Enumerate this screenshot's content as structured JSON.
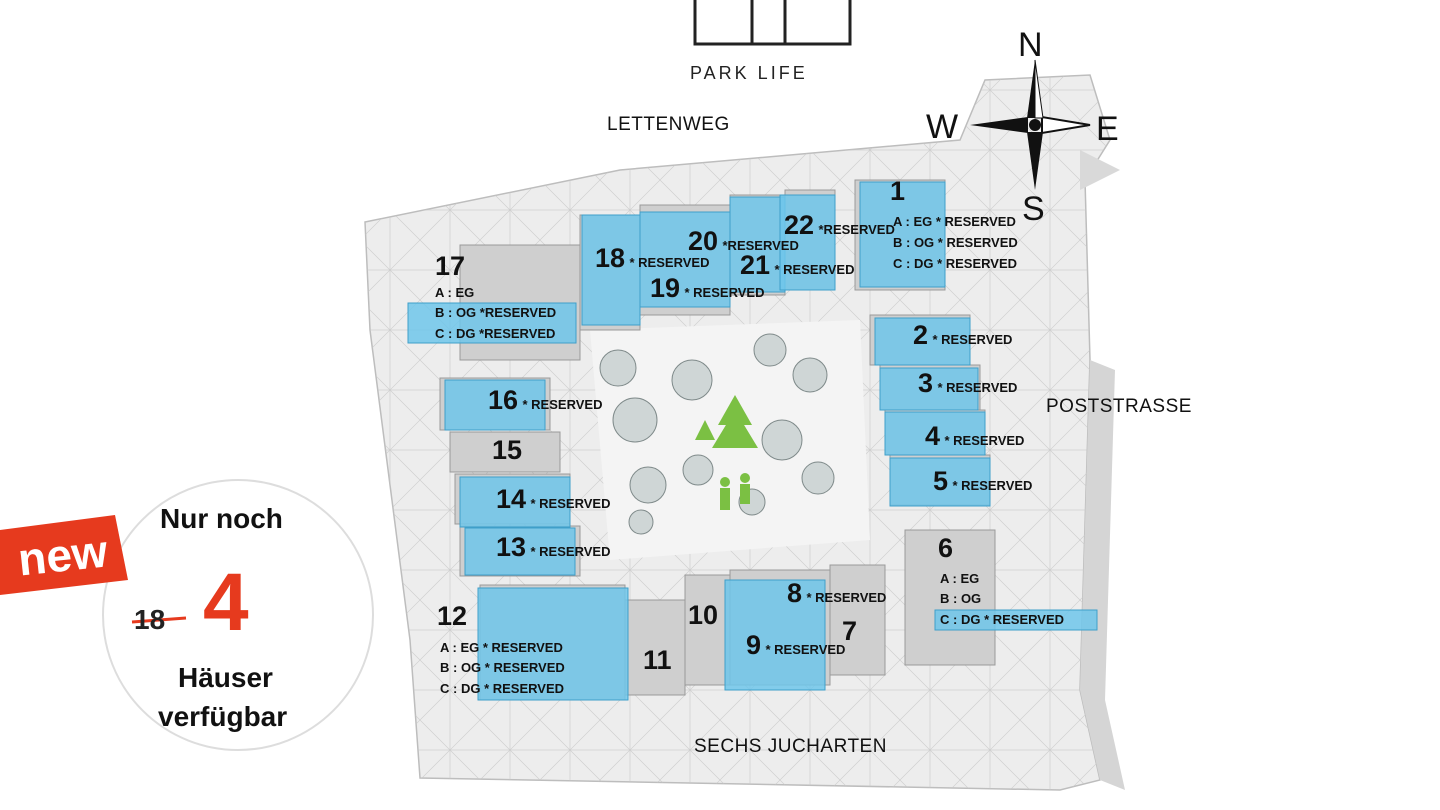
{
  "logo": {
    "text": "PARK LIFE"
  },
  "streets": {
    "north": "LETTENWEG",
    "east": "POSTSTRASSE",
    "south": "SECHS JUCHARTEN"
  },
  "compass": {
    "n": "N",
    "e": "E",
    "s": "S",
    "w": "W"
  },
  "reserved_label": "* RESERVED",
  "houses": [
    {
      "number": "1",
      "status": "units",
      "units": [
        {
          "label": "A : EG",
          "status": "* RESERVED"
        },
        {
          "label": "B : OG",
          "status": "* RESERVED"
        },
        {
          "label": "C : DG",
          "status": "* RESERVED"
        }
      ]
    },
    {
      "number": "2",
      "status": "* RESERVED"
    },
    {
      "number": "3",
      "status": "* RESERVED"
    },
    {
      "number": "4",
      "status": "* RESERVED"
    },
    {
      "number": "5",
      "status": "* RESERVED"
    },
    {
      "number": "6",
      "status": "units",
      "units": [
        {
          "label": "A : EG",
          "status": ""
        },
        {
          "label": "B : OG",
          "status": ""
        },
        {
          "label": "C : DG",
          "status": "* RESERVED"
        }
      ]
    },
    {
      "number": "7",
      "status": ""
    },
    {
      "number": "8",
      "status": "* RESERVED"
    },
    {
      "number": "9",
      "status": "* RESERVED"
    },
    {
      "number": "10",
      "status": ""
    },
    {
      "number": "11",
      "status": ""
    },
    {
      "number": "12",
      "status": "units",
      "units": [
        {
          "label": "A : EG",
          "status": "* RESERVED"
        },
        {
          "label": "B : OG",
          "status": "* RESERVED"
        },
        {
          "label": "C : DG",
          "status": "* RESERVED"
        }
      ]
    },
    {
      "number": "13",
      "status": "* RESERVED"
    },
    {
      "number": "14",
      "status": "* RESERVED"
    },
    {
      "number": "15",
      "status": ""
    },
    {
      "number": "16",
      "status": "* RESERVED"
    },
    {
      "number": "17",
      "status": "units",
      "units": [
        {
          "label": "A : EG",
          "status": ""
        },
        {
          "label": "B : OG",
          "status": "*RESERVED"
        },
        {
          "label": "C : DG",
          "status": "*RESERVED"
        }
      ]
    },
    {
      "number": "18",
      "status": "* RESERVED"
    },
    {
      "number": "19",
      "status": "* RESERVED"
    },
    {
      "number": "20",
      "status": "*RESERVED"
    },
    {
      "number": "21",
      "status": "* RESERVED"
    },
    {
      "number": "22",
      "status": "*RESERVED"
    }
  ],
  "promo": {
    "badge": "new",
    "line1": "Nur noch",
    "old_count": "18",
    "new_count": "4",
    "line2": "Häuser",
    "line3": "verfügbar"
  },
  "colors": {
    "reserved_blue": "#6ec6ea",
    "site_gray": "#ececec",
    "building_gray": "#cfcfcf",
    "promo_red": "#e63a1e",
    "tree_green": "#7bc043"
  }
}
